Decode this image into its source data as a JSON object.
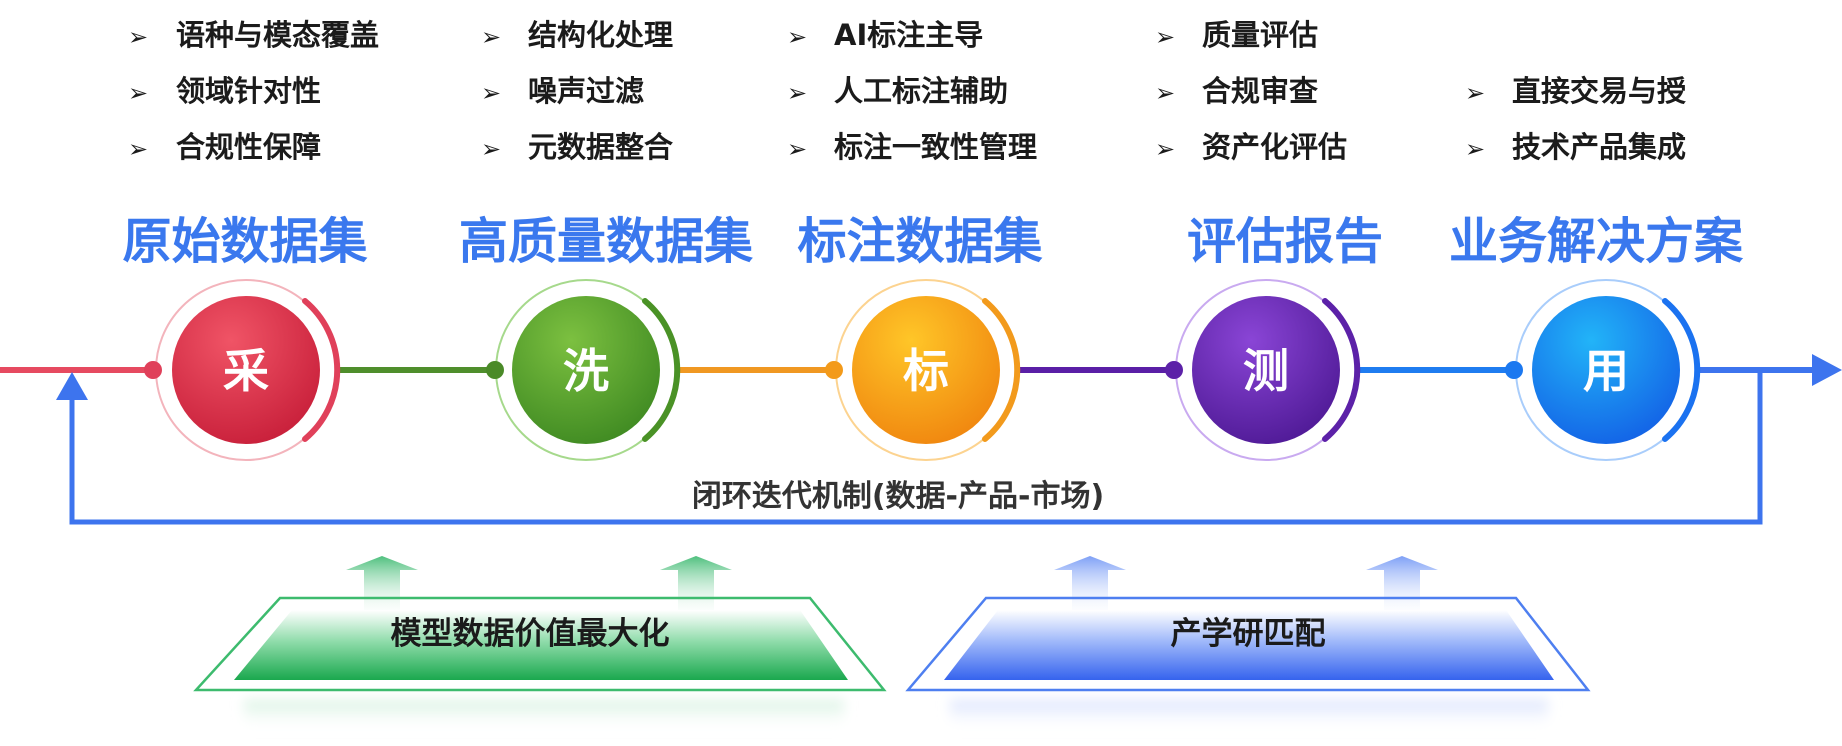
{
  "colors": {
    "cai": "#d9344a",
    "xi": "#4f9a2a",
    "biao": "#f4a316",
    "ce": "#6022a8",
    "yong": "#1a78f0",
    "loop": "#3d74ee",
    "title": "#3a78ee",
    "green_platform": "#20b05a",
    "blue_platform": "#3b6cf0"
  },
  "bullet_icon": "arrowhead-bullet-icon",
  "bullets": [
    {
      "items": [
        "语种与模态覆盖",
        "领域针对性",
        "合规性保障"
      ]
    },
    {
      "items": [
        "结构化处理",
        "噪声过滤",
        "元数据整合"
      ]
    },
    {
      "items": [
        "AI标注主导",
        "人工标注辅助",
        "标注一致性管理"
      ]
    },
    {
      "items": [
        "质量评估",
        "合规审查",
        "资产化评估"
      ]
    },
    {
      "items": [
        "直接交易与授",
        "技术产品集成"
      ]
    }
  ],
  "stages": [
    {
      "title": "原始数据集",
      "char": "采"
    },
    {
      "title": "高质量数据集",
      "char": "洗"
    },
    {
      "title": "标注数据集",
      "char": "标"
    },
    {
      "title": "评估报告",
      "char": "测"
    },
    {
      "title": "业务解决方案",
      "char": "用"
    }
  ],
  "loop_label": "闭环迭代机制(数据-产品-市场)",
  "platforms": [
    {
      "label": "模型数据价值最大化"
    },
    {
      "label": "产学研匹配"
    }
  ]
}
